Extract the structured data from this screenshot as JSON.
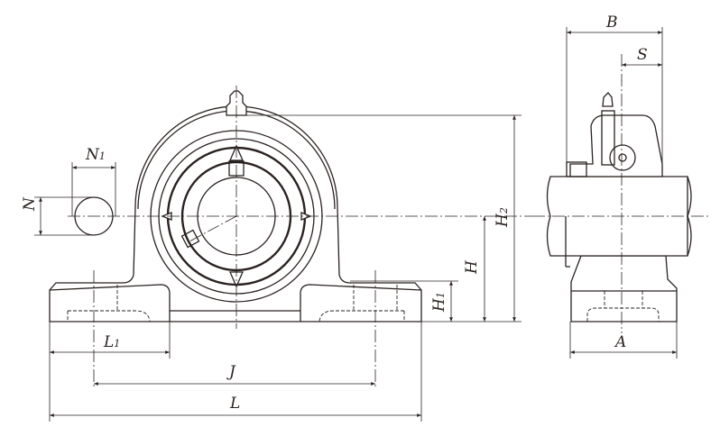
{
  "title": "Pillow block bearing unit dimension drawing",
  "labels": {
    "B": "B",
    "S": "S",
    "N1": {
      "main": "N",
      "sub": "1"
    },
    "N": "N",
    "H2": {
      "main": "H",
      "sub": "2"
    },
    "H": "H",
    "H1": {
      "main": "H",
      "sub": "1"
    },
    "L1": {
      "main": "L",
      "sub": "1"
    },
    "J": "J",
    "L": "L",
    "A": "A"
  },
  "colors": {
    "line": "#2a2220",
    "background": "#ffffff"
  }
}
